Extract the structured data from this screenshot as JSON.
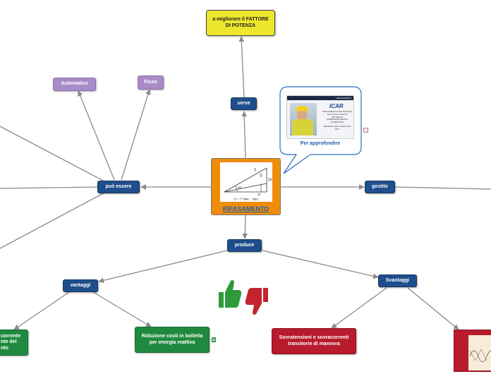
{
  "central": {
    "label": "RIFASAMENTO",
    "formula": "Q₁ = P·(tgφ₁ − tgφ₂)"
  },
  "nodes": {
    "serve": "serve",
    "fattore": "a migliorare il FATTORE DI POTENZA",
    "puo_essere": "può essere",
    "automatico": "Automatico",
    "fisso": "Fisso",
    "gestito": "gestito",
    "produce": "produce",
    "vantaggi": "vantaggi",
    "svantaggi": "Svantaggi",
    "riduzione": "Riduzione costi in bolletta per energia reattiva",
    "sovratensioni": "Sovratensioni e sovracorrenti transitorie di manovra",
    "corrente_partial": "corrente\nnte del\nnto"
  },
  "callout": {
    "link_label": "Per approfondire",
    "thumb_header": "RIFASAMENTO",
    "thumb_brand": "ICAR",
    "thumb_lines": [
      "RIFASAMENTO INDUSTRIALE",
      "CALCOLO E SCELTA",
      "CRITERI DI",
      "DIMENSIONAMENTO",
      "E TARATURA",
      "PERIODO 2021 / ELETTRICI 2017"
    ]
  },
  "colors": {
    "blue": "#1f4e8c",
    "purple": "#a98bc7",
    "yellow": "#ece62c",
    "green": "#1f8a3f",
    "red": "#b71b2c",
    "orange": "#f08c0a",
    "connector": "#8a8a8a"
  },
  "icons": [
    "thumbs-up-icon",
    "thumbs-down-icon",
    "note-icon",
    "link-icon"
  ]
}
